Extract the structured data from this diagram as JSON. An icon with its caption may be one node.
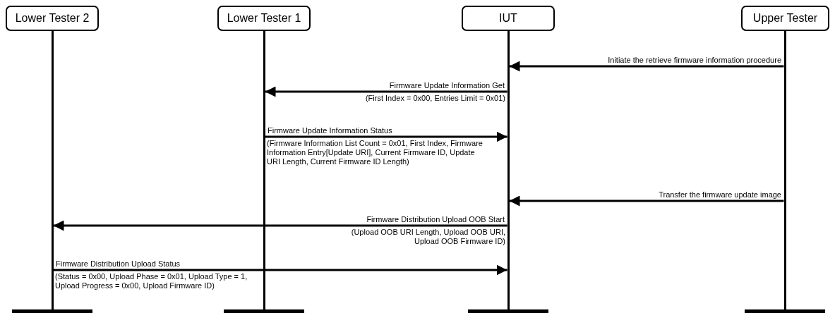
{
  "diagram": {
    "nodes": [
      {
        "text": [
          "Lower Tester 2"
        ]
      },
      {
        "text": [
          "Lower Tester 1"
        ]
      },
      {
        "text": [
          "IUT"
        ]
      },
      {
        "text": [
          "Upper Tester"
        ]
      },
      {
        "text": [],
        "shape": "line"
      },
      {
        "text": [],
        "shape": "line"
      },
      {
        "text": [],
        "shape": "line"
      },
      {
        "text": [],
        "shape": "line"
      },
      {
        "text": [],
        "shape": "bar"
      },
      {
        "text": [],
        "shape": "bar"
      },
      {
        "text": [],
        "shape": "bar"
      },
      {
        "text": [],
        "shape": "bar"
      }
    ],
    "edges": [
      {
        "from": 7,
        "to": 6,
        "arrow": "to",
        "label": "Initiate the retrieve firmware information procedure"
      },
      {
        "from": 6,
        "to": 5,
        "arrow": "to",
        "label": "Firmware Update Information Get"
      },
      {
        "from": 5,
        "to": 6,
        "arrow": "to",
        "label": "Firmware Update Information Status"
      },
      {
        "from": 7,
        "to": 6,
        "arrow": "to",
        "label": "Transfer the firmware update image"
      },
      {
        "from": 6,
        "to": 4,
        "arrow": "to",
        "label": "Firmware Distribution Upload OOB Start"
      },
      {
        "from": 4,
        "to": 6,
        "arrow": "to",
        "label": "Firmware Distribution Upload Status"
      }
    ],
    "labels": [
      "(First Index = 0x00, Entries Limit = 0x01)",
      "(Firmware Information List Count = 0x01, First Index, Firmware Information Entry[Update URI], Current Firmware ID, Update URI Length, Current Firmware ID Length)",
      "(Upload OOB URI Length, Upload OOB URI, Upload OOB Firmware ID)",
      "(Status = 0x00, Upload Phase = 0x01, Upload Type = 1, Upload Progress = 0x00, Upload Firmware ID)"
    ]
  }
}
